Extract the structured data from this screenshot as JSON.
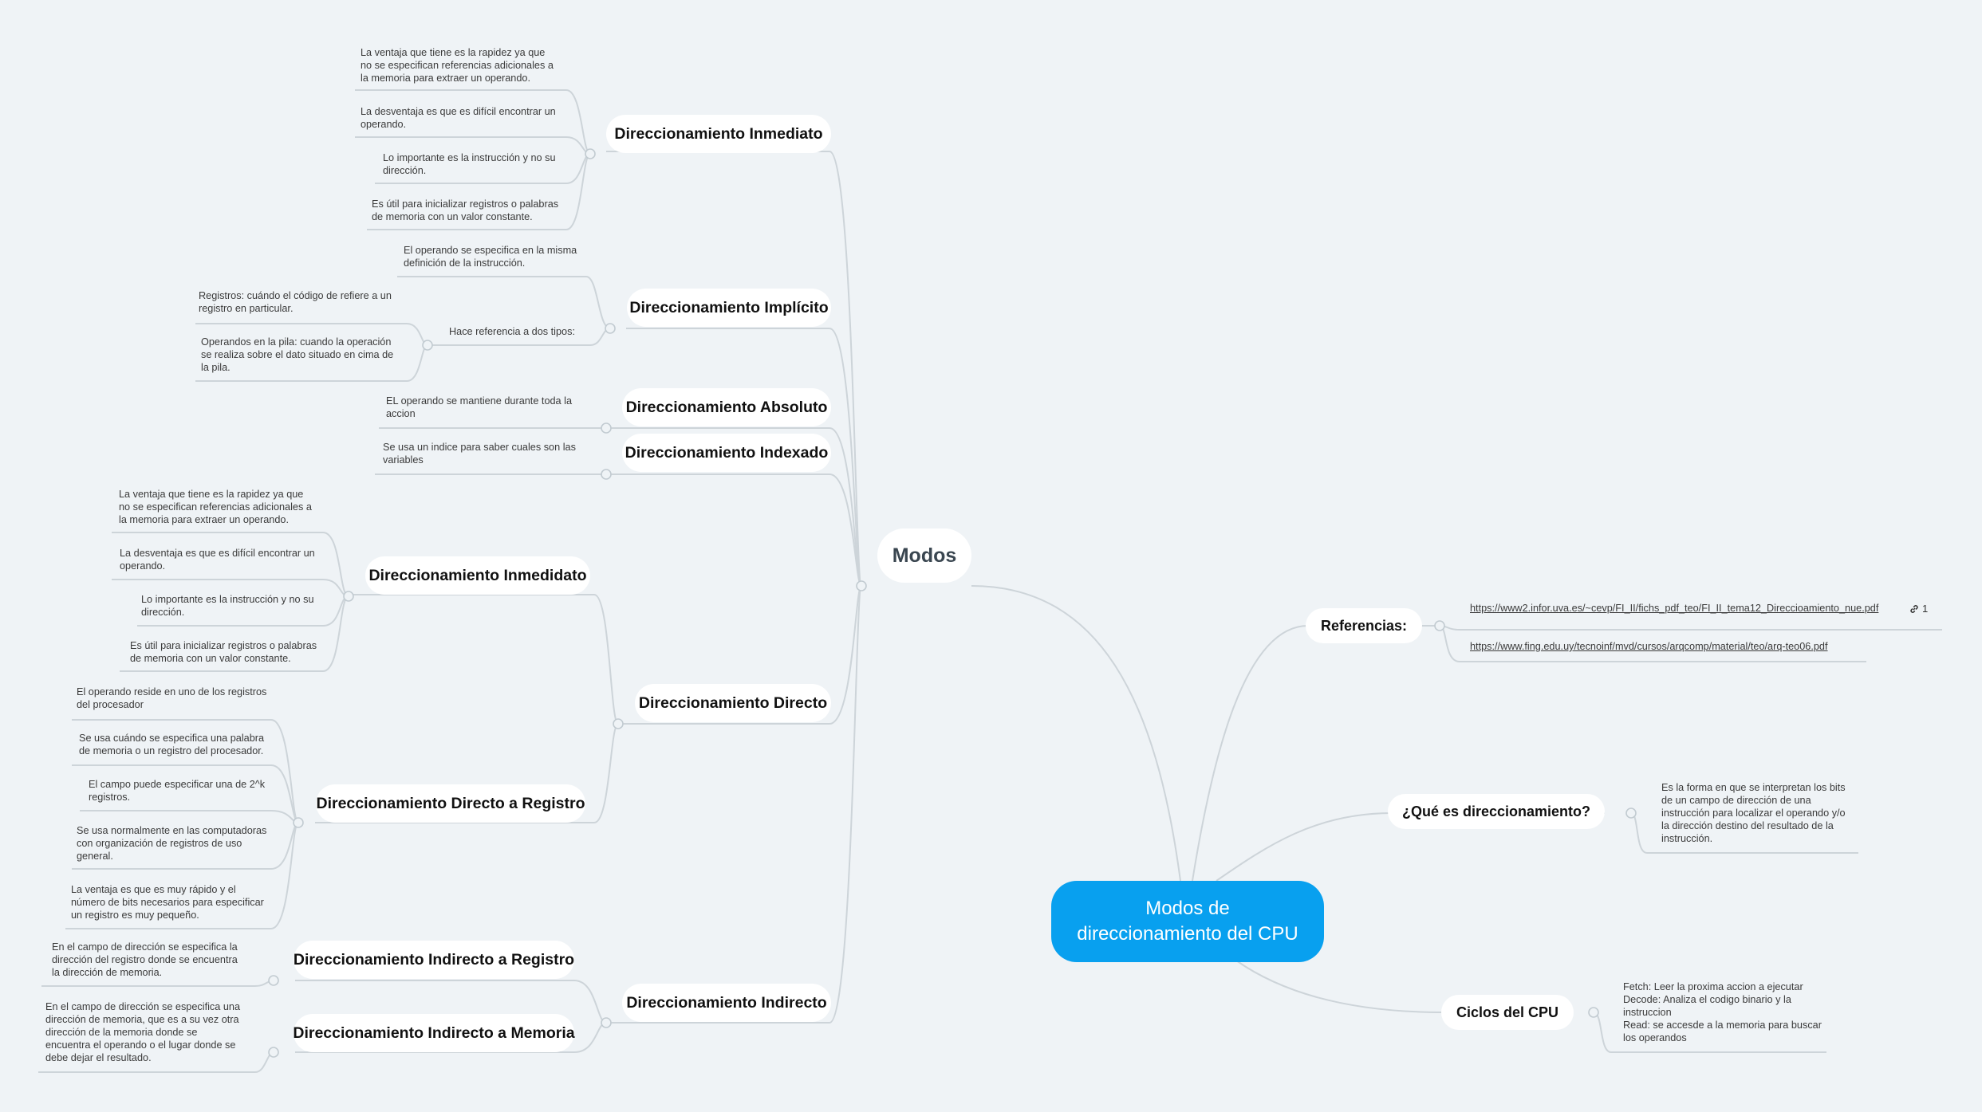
{
  "central": {
    "title": "Modos de\ndireccionamiento del CPU"
  },
  "modos": {
    "title": "Modos"
  },
  "inmediato_top": {
    "title": "Direccionamiento Inmediato",
    "notes": [
      "La ventaja que tiene es la rapidez ya que\nno se especifican referencias adicionales  a\nla memoria para extraer un operando.",
      "La desventaja es que es difícil encontrar un\noperando.",
      "Lo importante es la instrucción y no su\ndirección.",
      "Es útil para inicializar registros o palabras\nde memoria con un valor constante."
    ]
  },
  "implicito": {
    "title": "Direccionamiento Implícito",
    "note1": "El operando se especifica en la misma\ndefinición de la instrucción.",
    "subtopic": "Hace referencia a dos tipos:",
    "types": [
      "Registros: cuándo el código de refiere a un\nregistro en particular.",
      "Operandos en la pila: cuando la operación\nse realiza sobre el dato situado en cima de\nla pila."
    ]
  },
  "absoluto": {
    "title": "Direccionamiento Absoluto",
    "note": "EL operando se mantiene durante toda la\naccion"
  },
  "indexado": {
    "title": "Direccionamiento Indexado",
    "note": "Se usa un indice para saber cuales son las\nvariables"
  },
  "directo": {
    "title": "Direccionamiento Directo",
    "inmediato": {
      "title": "Direccionamiento Inmedidato",
      "notes": [
        "La ventaja que tiene es la rapidez ya que\nno se especifican referencias adicionales  a\nla memoria para extraer un operando.",
        "La desventaja es que es difícil encontrar un\noperando.",
        "Lo importante es la instrucción y no su\ndirección.",
        "Es útil para inicializar registros o palabras\nde memoria con un valor constante."
      ]
    },
    "registro": {
      "title": "Direccionamiento Directo a Registro",
      "notes": [
        "El operando reside en uno de los registros\ndel procesador",
        "Se usa cuándo se especifica una palabra\nde memoria o un registro del procesador.",
        "El campo puede especificar una de 2^k\nregistros.",
        "Se usa normalmente en las computadoras\ncon organización de registros de uso\ngeneral.",
        "La ventaja es que es muy rápido y el\nnúmero de bits necesarios para especificar\nun registro es muy pequeño."
      ]
    }
  },
  "indirecto": {
    "title": "Direccionamiento Indirecto",
    "registro": {
      "title": "Direccionamiento Indirecto a Registro",
      "note": "En el campo de dirección se especifica la\ndirección del registro donde se encuentra\nla dirección de memoria."
    },
    "memoria": {
      "title": "Direccionamiento Indirecto a Memoria",
      "note": "En el campo de dirección se especifica una\ndirección de memoria, que es a su vez otra\ndirección de la memoria donde se\nencuentra el operando o el lugar donde se\ndebe dejar el resultado."
    }
  },
  "referencias": {
    "title": "Referencias:",
    "links": [
      "https://www2.infor.uva.es/~cevp/FI_II/fichs_pdf_teo/FI_II_tema12_Direccioamiento_nue.pdf",
      "https://www.fing.edu.uy/tecnoinf/mvd/cursos/arqcomp/material/teo/arq-teo06.pdf"
    ],
    "link_badge": "1",
    "link_icon": "link-icon"
  },
  "que_es": {
    "title": "¿Qué es direccionamiento?",
    "note": "Es la forma en que se interpretan los bits\nde un campo de dirección de una\ninstrucción para localizar el operando y/o\nla dirección destino del resultado de la\ninstrucción."
  },
  "ciclos": {
    "title": "Ciclos del CPU",
    "note": "Fetch: Leer la proxima accion a ejecutar\nDecode: Analiza el codigo binario y la\ninstruccion\nRead: se accesde a la memoria para buscar\nlos operandos"
  },
  "colors": {
    "central": "#08a0ef",
    "background": "#eff3f6",
    "line": "#cdd4d9"
  }
}
